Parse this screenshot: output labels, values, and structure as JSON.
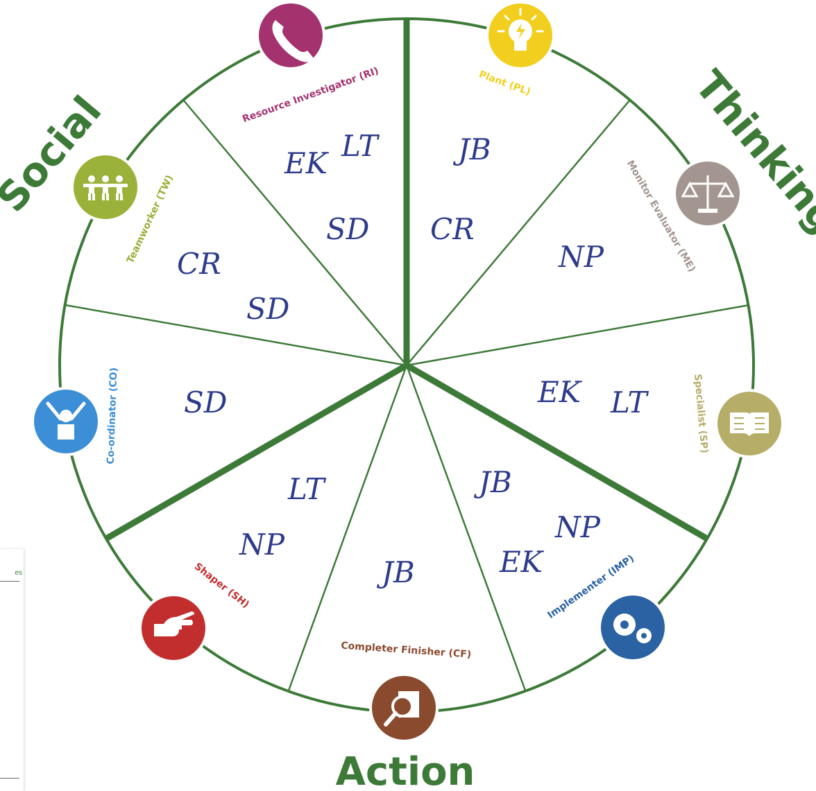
{
  "categories": {
    "social": "Social",
    "thinking": "Thinking",
    "action": "Action"
  },
  "roles": [
    {
      "key": "RI",
      "name": "Resource Investigator (RI)",
      "color": "#a3326f",
      "icon": "telephone-icon"
    },
    {
      "key": "PL",
      "name": "Plant (PL)",
      "color": "#f2cf1e",
      "icon": "light-bulb-icon"
    },
    {
      "key": "ME",
      "name": "Monitor Evaluator (ME)",
      "color": "#a3958f",
      "icon": "scales-icon"
    },
    {
      "key": "SP",
      "name": "Specialist (SP)",
      "color": "#b6ad68",
      "icon": "book-icon"
    },
    {
      "key": "IMP",
      "name": "Implementer (IMP)",
      "color": "#2a62a3",
      "icon": "gears-icon"
    },
    {
      "key": "CF",
      "name": "Completer Finisher (CF)",
      "color": "#8a4a2e",
      "icon": "magnifier-document-icon"
    },
    {
      "key": "SH",
      "name": "Shaper (SH)",
      "color": "#c22e2e",
      "icon": "pointing-hand-icon"
    },
    {
      "key": "CO",
      "name": "Co-ordinator (CO)",
      "color": "#3c8ed6",
      "icon": "conductor-icon"
    },
    {
      "key": "TW",
      "name": "Teamworker (TW)",
      "color": "#9ab13a",
      "icon": "people-chain-icon"
    }
  ],
  "initials": {
    "ri": [
      "EK",
      "LT",
      "SD"
    ],
    "pl": [
      "JB",
      "CR"
    ],
    "me": [
      "NP"
    ],
    "sp": [
      "EK",
      "LT"
    ],
    "imp": [
      "JB",
      "NP",
      "EK"
    ],
    "cf": [
      "JB"
    ],
    "sh": [
      "LT",
      "NP"
    ],
    "co": [
      "SD"
    ],
    "tw": [
      "CR",
      "SD"
    ]
  },
  "side_document": {
    "title_fragment": "es"
  },
  "colors": {
    "wheel_green": "#3d7a38",
    "initials_ink": "#2d3b8c"
  }
}
